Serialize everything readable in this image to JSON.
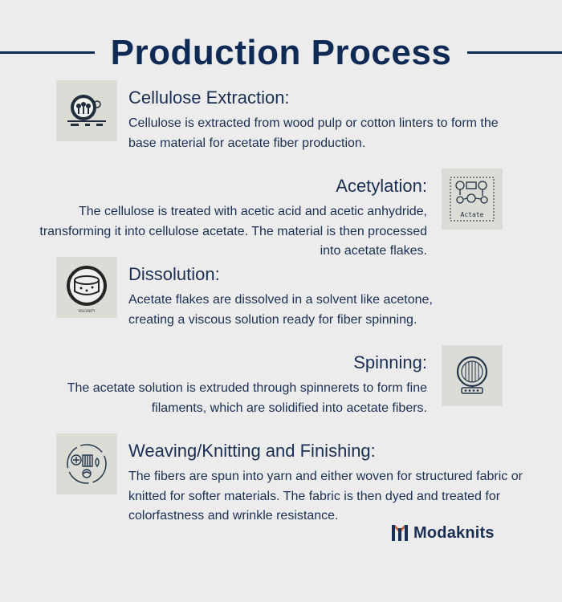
{
  "title": "Production Process",
  "steps": [
    {
      "title": "Cellulose Extraction:",
      "text": "Cellulose is extracted from wood pulp or cotton linters to form the base material for acetate fiber production.",
      "icon": "tree-cellulose-icon"
    },
    {
      "title": "Acetylation:",
      "text": "The cellulose is treated with acetic acid and acetic anhydride, transforming it into cellulose acetate. The material is then processed into acetate flakes.",
      "icon": "acetylation-diagram-icon",
      "icon_label": "Actate"
    },
    {
      "title": "Dissolution:",
      "text": "Acetate flakes are dissolved in a solvent like acetone, creating a viscous solution ready for fiber spinning.",
      "icon": "dissolution-vat-icon",
      "icon_label": "VISCOSITY"
    },
    {
      "title": "Spinning:",
      "text": "The acetate solution is extruded through spinnerets to form fine filaments, which are solidified into acetate fibers.",
      "icon": "spinneret-icon"
    },
    {
      "title": "Weaving/Knitting and Finishing:",
      "text": "The fibers are spun into yarn and either woven for structured fabric or knitted for softer materials. The fabric is then dyed and treated for colorfastness and wrinkle resistance.",
      "icon": "weaving-finishing-icon"
    }
  ],
  "brand": {
    "name": "Modaknits",
    "icon": "modaknits-logo-icon"
  },
  "colors": {
    "background": "#ececec",
    "primary": "#0f2b55",
    "text": "#1b2f52",
    "thumb_bg": "#dcdcd6"
  }
}
